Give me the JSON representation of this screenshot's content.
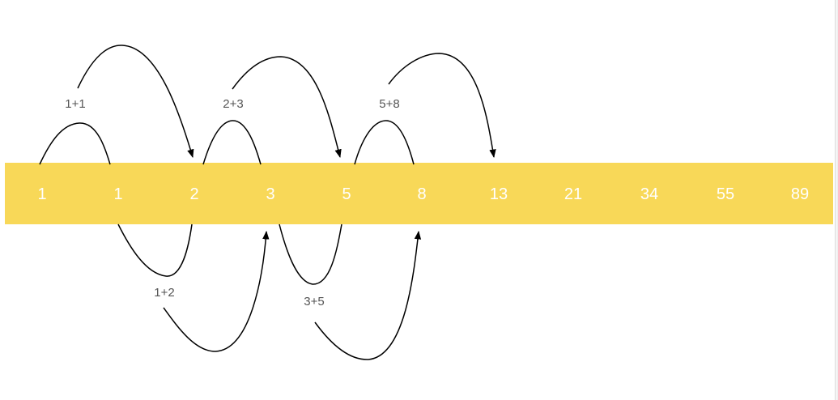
{
  "colors": {
    "band": "#f8d858",
    "number_text": "#ffffff",
    "label_text": "#555555",
    "curve": "#000000"
  },
  "sequence": [
    "1",
    "1",
    "2",
    "3",
    "5",
    "8",
    "13",
    "21",
    "34",
    "55",
    "89"
  ],
  "annotations": {
    "top": [
      "1+1",
      "2+3",
      "5+8"
    ],
    "bottom": [
      "1+2",
      "3+5"
    ]
  }
}
